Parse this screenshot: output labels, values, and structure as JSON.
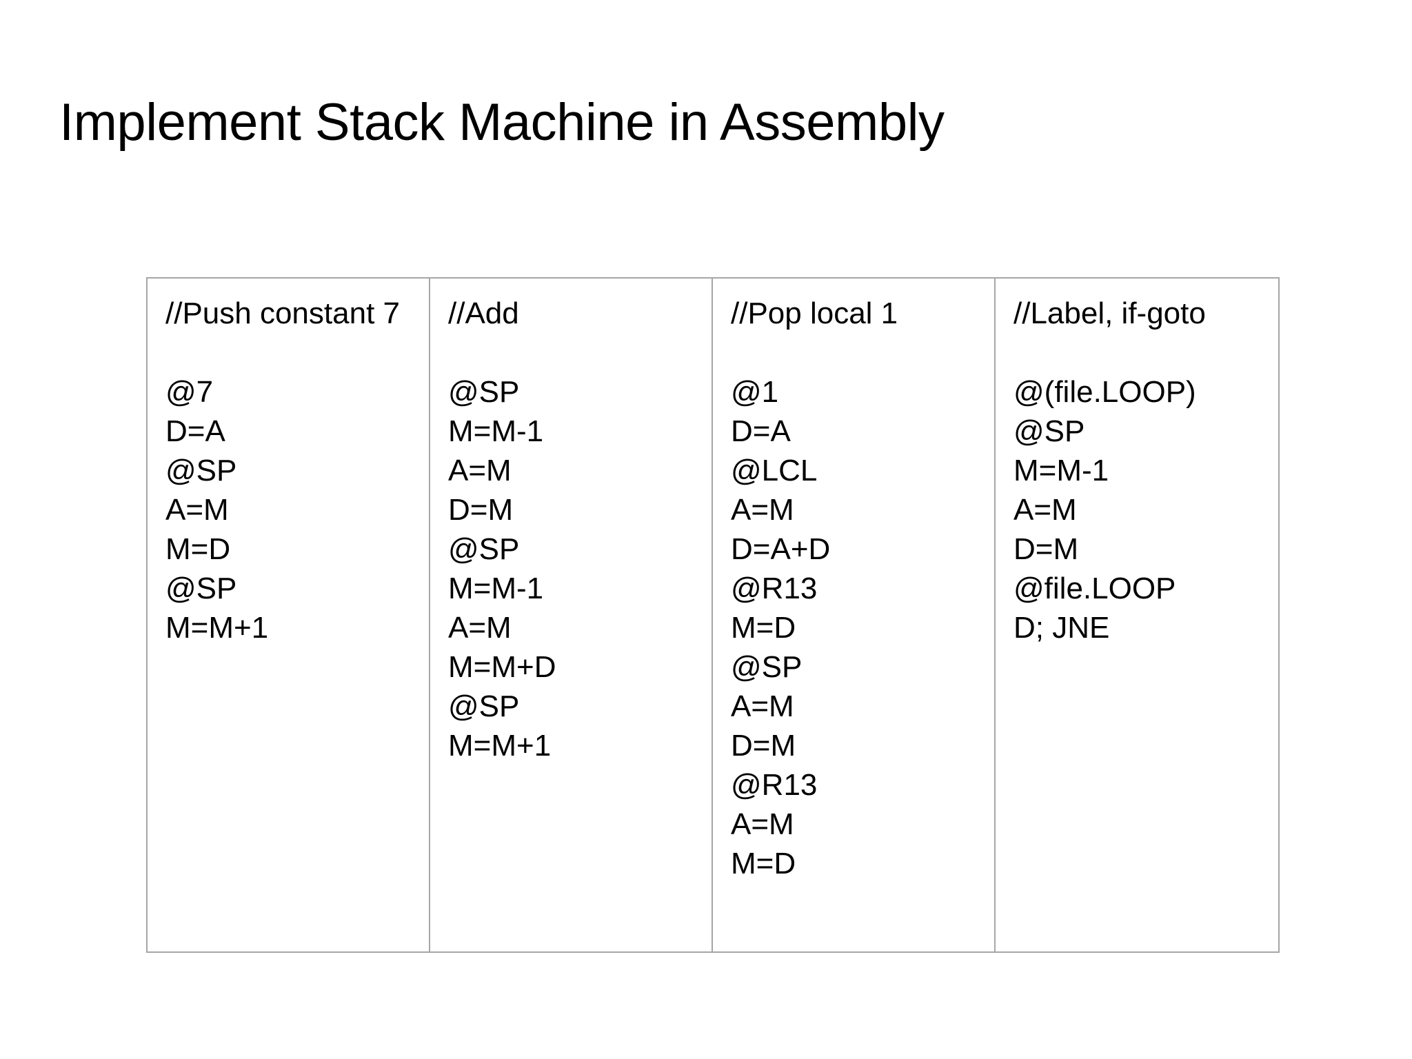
{
  "slide": {
    "title": "Implement Stack Machine in Assembly",
    "border_color": "#a6a6a6",
    "text_color": "#000000",
    "background_color": "#ffffff"
  },
  "table": {
    "columns": [
      {
        "header": "//Push constant 7",
        "lines": [
          "//Push constant 7",
          "",
          "@7",
          "D=A",
          "@SP",
          "A=M",
          "M=D",
          "@SP",
          "M=M+1"
        ]
      },
      {
        "header": "//Add",
        "lines": [
          "//Add",
          "",
          "@SP",
          "M=M-1",
          "A=M",
          "D=M",
          "@SP",
          "M=M-1",
          "A=M",
          "M=M+D",
          "@SP",
          "M=M+1"
        ]
      },
      {
        "header": "//Pop local 1",
        "lines": [
          "//Pop local 1",
          "",
          "@1",
          "D=A",
          "@LCL",
          "A=M",
          "D=A+D",
          "@R13",
          "M=D",
          "@SP",
          "A=M",
          "D=M",
          "@R13",
          "A=M",
          "M=D"
        ]
      },
      {
        "header": "//Label, if-goto",
        "lines": [
          "//Label, if-goto",
          "",
          "@(file.LOOP)",
          "@SP",
          "M=M-1",
          "A=M",
          "D=M",
          "@file.LOOP",
          "D; JNE"
        ]
      }
    ]
  }
}
